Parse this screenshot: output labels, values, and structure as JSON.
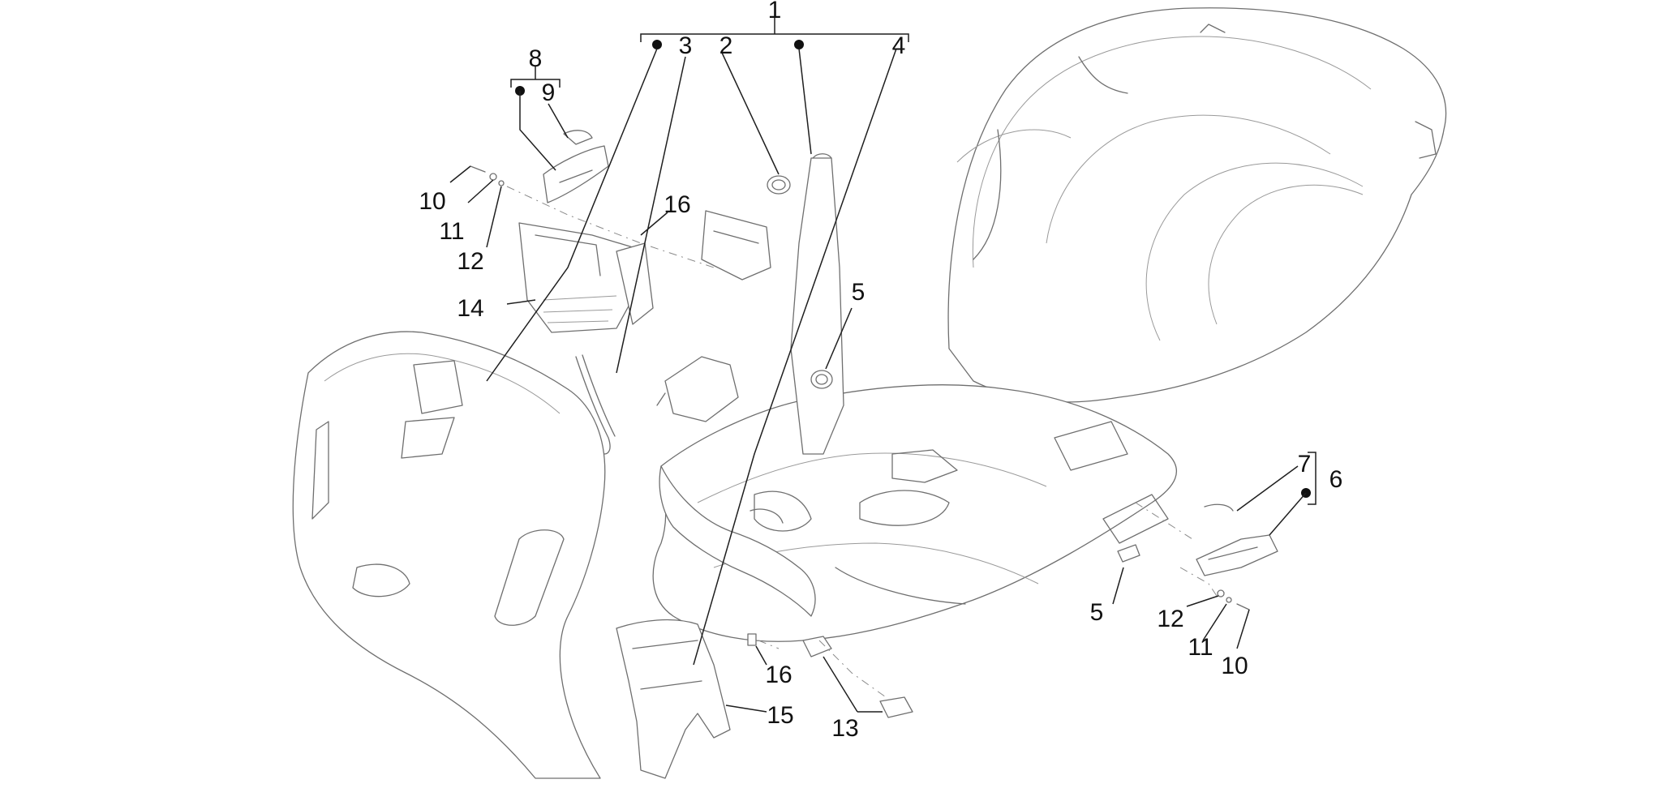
{
  "labels": {
    "l1": "1",
    "l2": "2",
    "l3": "3",
    "l4": "4",
    "l5a": "5",
    "l5b": "5",
    "l6": "6",
    "l7": "7",
    "l8": "8",
    "l9": "9",
    "l10a": "10",
    "l10b": "10",
    "l11a": "11",
    "l11b": "11",
    "l12a": "12",
    "l12b": "12",
    "l13": "13",
    "l14": "14",
    "l15": "15",
    "l16a": "16",
    "l16b": "16"
  }
}
